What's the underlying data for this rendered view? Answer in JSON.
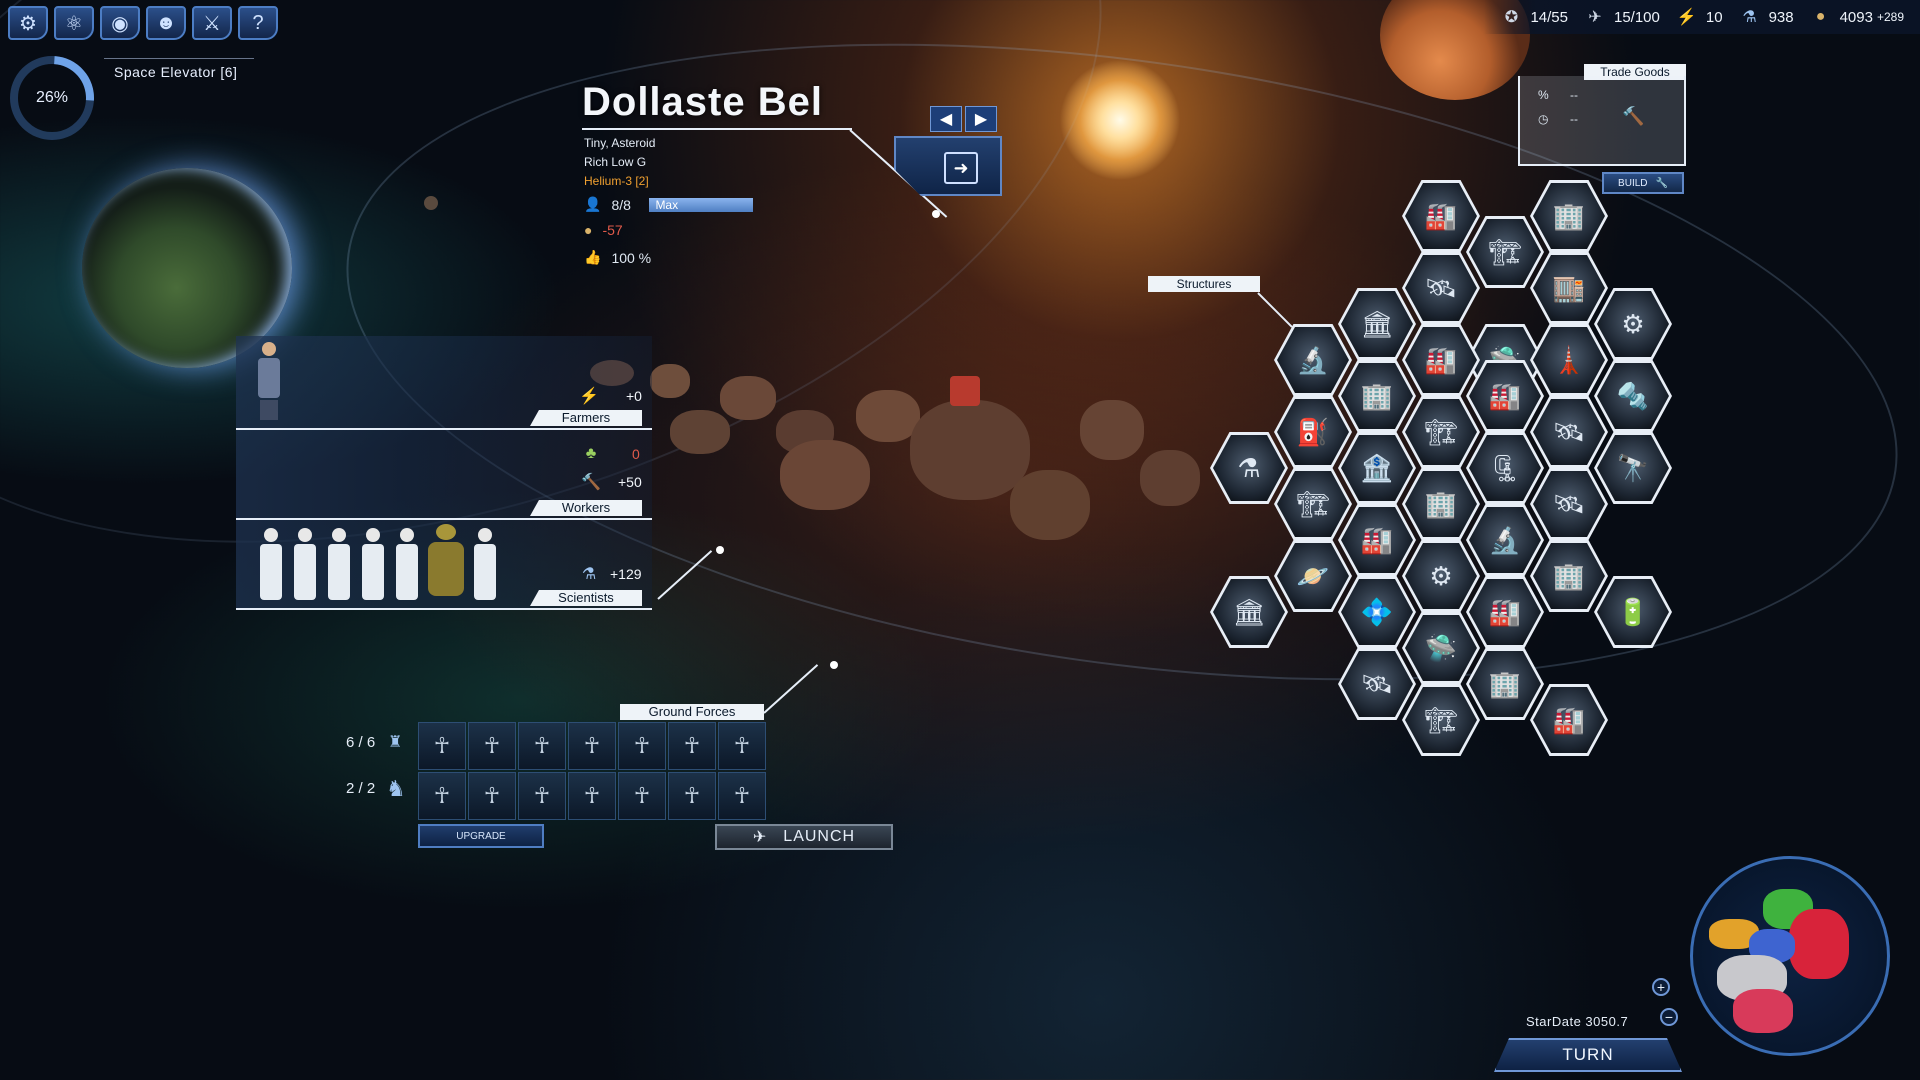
{
  "toolbar": {
    "buttons": [
      {
        "name": "empire-gear-icon",
        "glyph": "⚙"
      },
      {
        "name": "research-icon",
        "glyph": "⚛"
      },
      {
        "name": "planets-icon",
        "glyph": "◉"
      },
      {
        "name": "aliens-icon",
        "glyph": "☻"
      },
      {
        "name": "military-icon",
        "glyph": "⚔"
      },
      {
        "name": "help-icon",
        "glyph": "?"
      }
    ]
  },
  "build_queue": {
    "progress_text": "26%",
    "progress_percent": 26,
    "item_label": "Space Elevator [6]"
  },
  "planet": {
    "name": "Dollaste Bel",
    "size_type": "Tiny, Asteroid",
    "traits": "Rich Low G",
    "resource": "Helium-3 [2]",
    "population": "8/8",
    "population_bar_label": "Max",
    "income": "-57",
    "approval": "100 %"
  },
  "population_panels": {
    "farmers": {
      "label": "Farmers",
      "value": "+0"
    },
    "workers": {
      "label": "Workers",
      "food_value": "0",
      "value": "+50"
    },
    "scientists": {
      "label": "Scientists",
      "value": "+129"
    }
  },
  "ground_forces": {
    "label": "Ground Forces",
    "troops_count": "6 / 6",
    "mechs_count": "2 / 2",
    "upgrade_label": "UPGRADE",
    "launch_label": "LAUNCH"
  },
  "resources": {
    "ships": "14/55",
    "fleet": "15/100",
    "influence": "10",
    "research": "938",
    "credits": "4093",
    "credits_income": "+289"
  },
  "trade_goods": {
    "label": "Trade Goods",
    "percent_symbol": "%",
    "percent_value": "--",
    "time_value": "--",
    "build_label": "BUILD"
  },
  "structures": {
    "label": "Structures",
    "glyphs": [
      "🏭",
      "🏢",
      "🏗",
      "🛰",
      "🏬",
      "🏛",
      "⚙",
      "🔬",
      "🛸",
      "🏭",
      "🗼",
      "🏢",
      "🔩",
      "⛽",
      "🏗",
      "🏭",
      "🛰",
      "⚗",
      "🏦",
      "🔭",
      "🏗",
      "🏢",
      "🗜",
      "🛰",
      "🏭",
      "🔬",
      "🏛",
      "🪐",
      "⚙",
      "🏢",
      "🔋",
      "💠",
      "🏭",
      "🛰",
      "🏗",
      "🏢",
      "🏭",
      "🛸"
    ]
  },
  "turn": {
    "stardate": "StarDate 3050.7",
    "turn_label": "TURN"
  },
  "colors": {
    "accent": "#4c7dc4",
    "panel": "#13264a",
    "resource_orange": "#f0a030",
    "negative": "#e05a4a"
  }
}
